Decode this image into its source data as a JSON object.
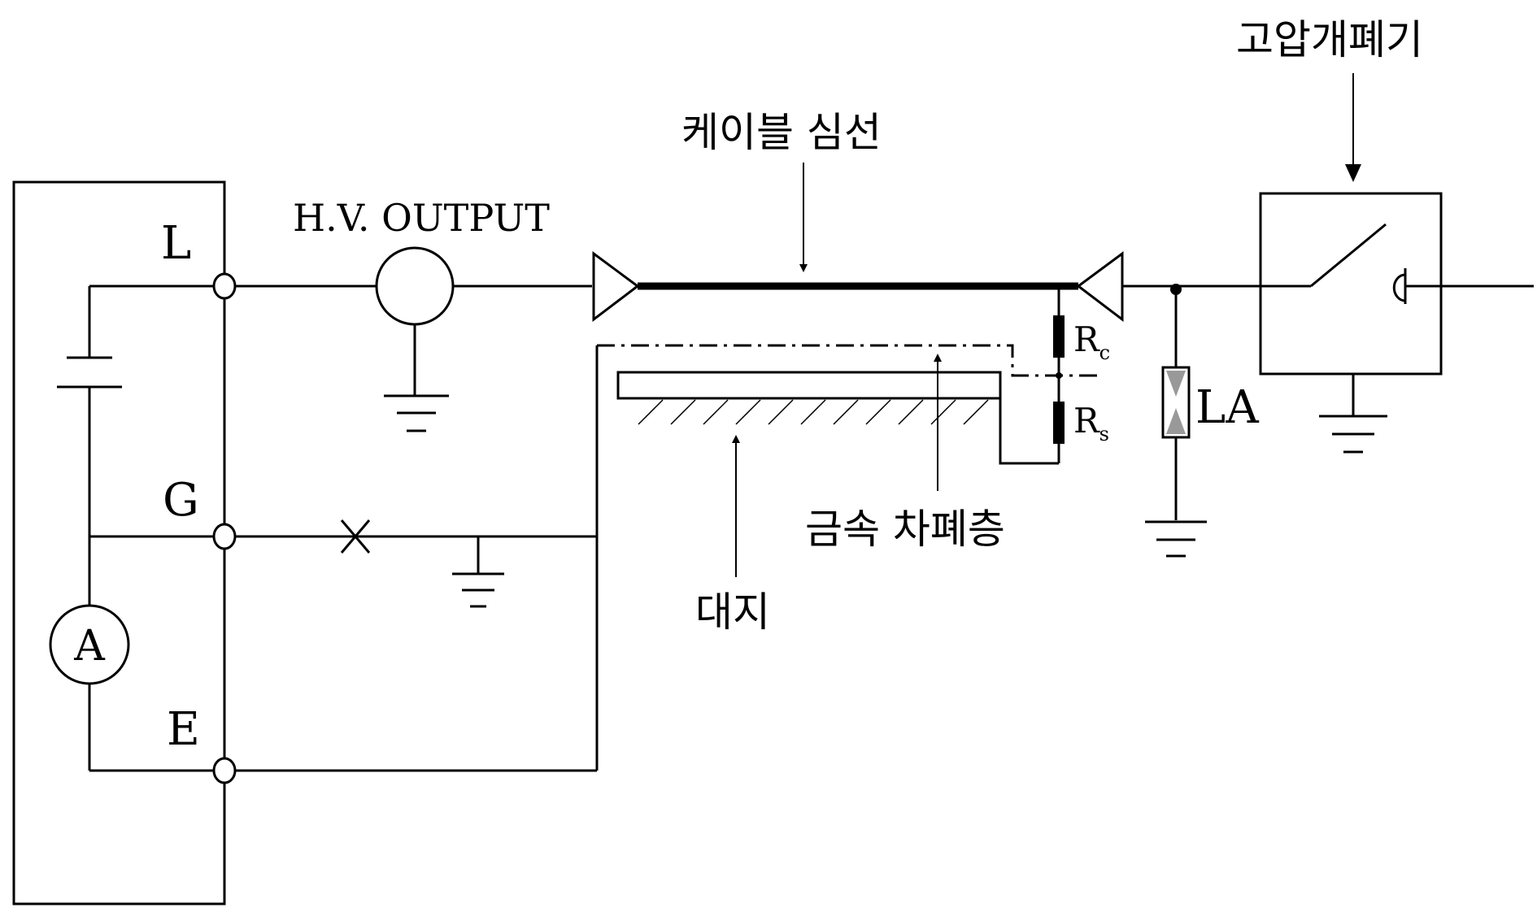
{
  "labels": {
    "terminal_l": "L",
    "terminal_g": "G",
    "terminal_e": "E",
    "ammeter": "A",
    "hv_output": "H.V. OUTPUT",
    "cable_core": "케이블 심선",
    "switch": "고압개폐기",
    "metal_shield": "금속 차폐층",
    "ground": "대지",
    "arrester": "LA",
    "rc_main": "R",
    "rc_sub": "c",
    "rs_main": "R",
    "rs_sub": "s"
  }
}
